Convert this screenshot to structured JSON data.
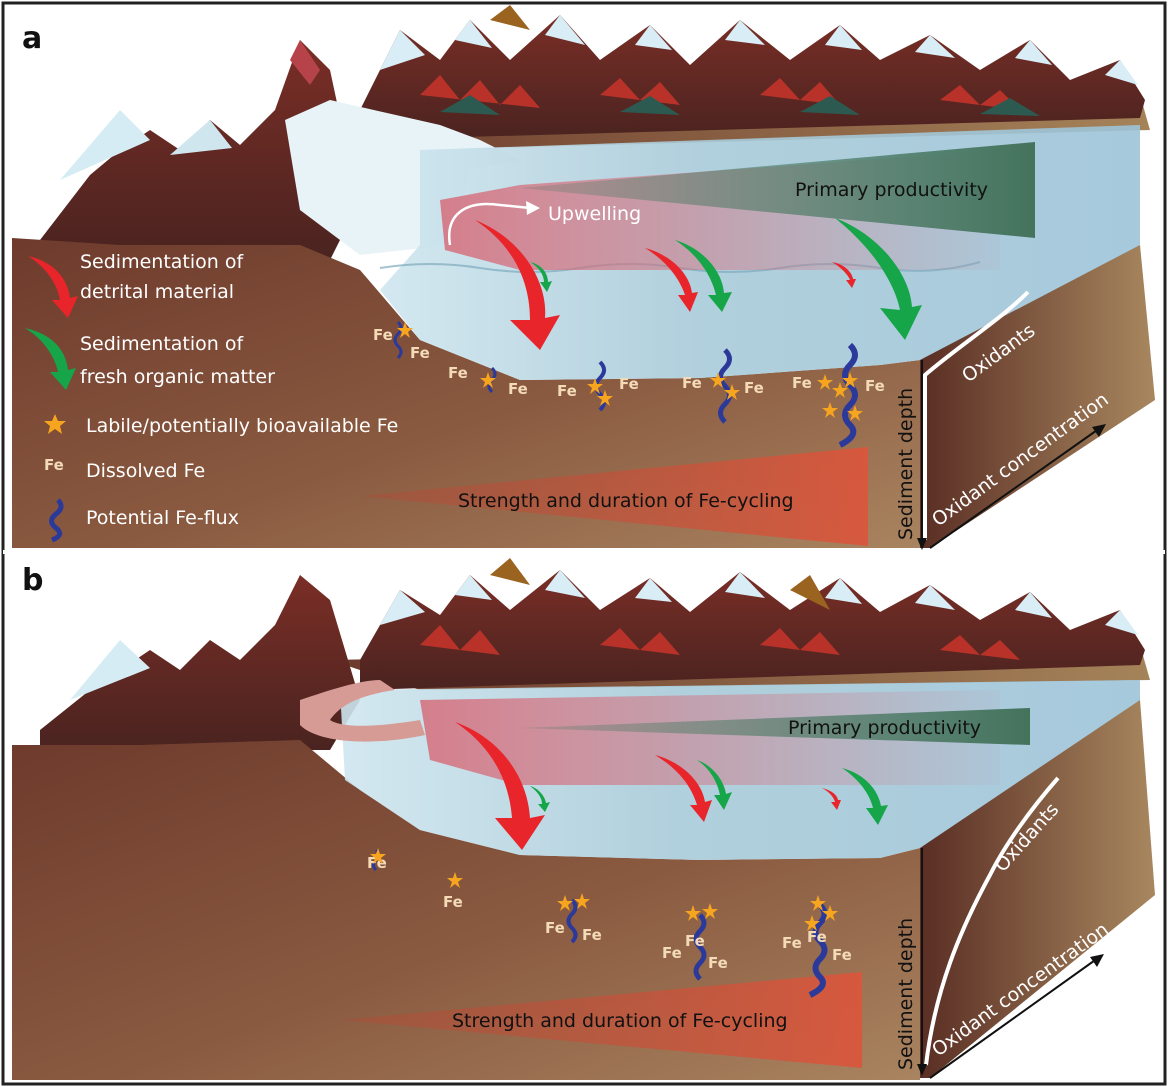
{
  "panels": [
    {
      "letter": "a",
      "primary_productivity": "Primary productivity",
      "upwelling": "Upwelling",
      "fe_cycling": "Strength and duration of Fe-cycling",
      "sediment_depth": "Sediment depth",
      "oxidants": "Oxidants",
      "oxidant_concentration": "Oxidant concentration",
      "fe": "Fe"
    },
    {
      "letter": "b",
      "primary_productivity": "Primary productivity",
      "fe_cycling": "Strength and duration of Fe-cycling",
      "sediment_depth": "Sediment depth",
      "oxidants": "Oxidants",
      "oxidant_concentration": "Oxidant concentration",
      "fe": "Fe"
    }
  ],
  "legend": {
    "detrital": [
      "Sedimentation of",
      "detrital material"
    ],
    "organic": [
      "Sedimentation of",
      "fresh organic matter"
    ],
    "labile": "Labile/potentially bioavailable Fe",
    "dissolved_symbol": "Fe",
    "dissolved": "Dissolved Fe",
    "flux": "Potential Fe-flux"
  },
  "colors": {
    "detrital_arrow": "#e8252b",
    "organic_arrow": "#17a54a",
    "labile_star": "#f7a51f",
    "fe_flux": "#2b3a9a",
    "water": "#9fc6d8",
    "sediment": "#7a4a36"
  }
}
